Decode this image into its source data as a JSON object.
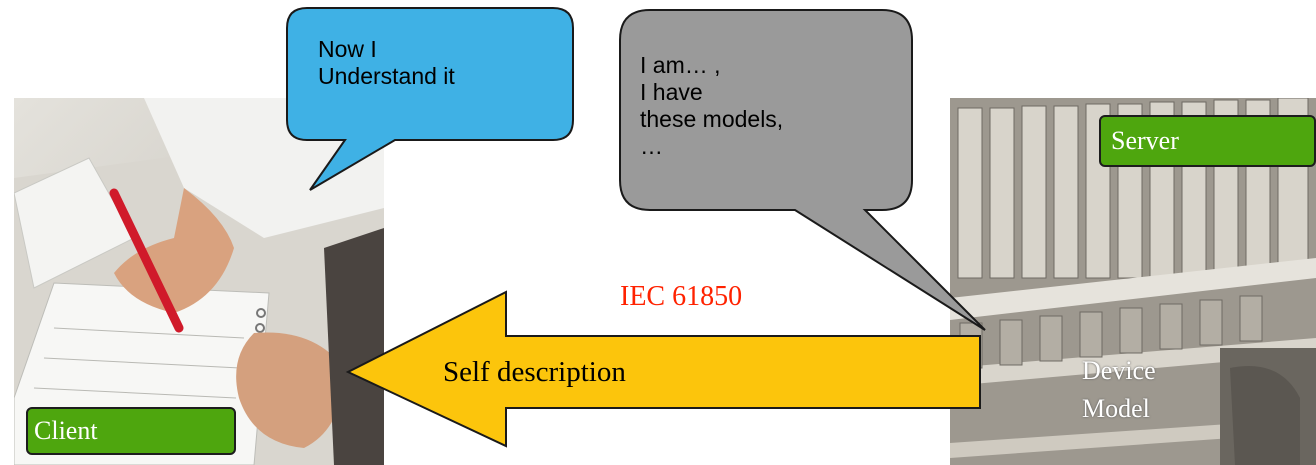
{
  "client": {
    "label": "Client",
    "callout_lines": [
      "Now I",
      "Understand it"
    ],
    "callout_color": "#3fb1e5"
  },
  "server": {
    "label": "Server",
    "callout_lines": [
      "I am… ,",
      "I have",
      "these models,",
      "…"
    ],
    "callout_color": "#9a9a9a",
    "model_lines": [
      "Device",
      "Model"
    ]
  },
  "arrow": {
    "label": "Self description",
    "protocol": "IEC 61850",
    "fill_color": "#fcc50c",
    "protocol_color": "#ff2200"
  },
  "label_color": "#4ea60e"
}
